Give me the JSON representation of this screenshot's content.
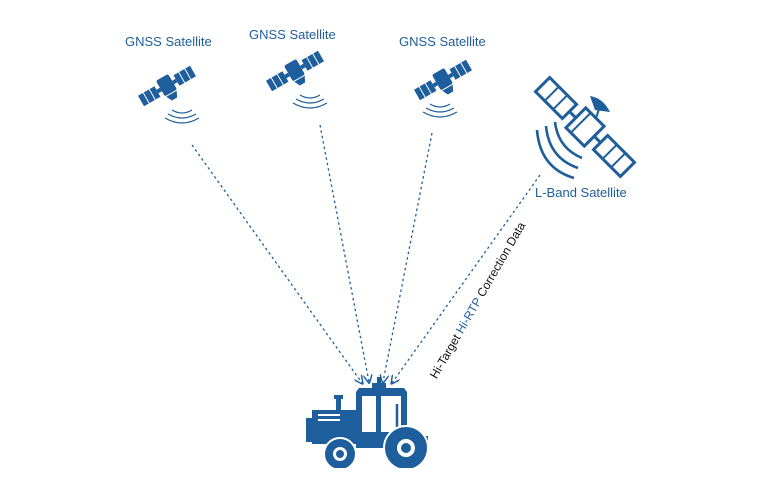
{
  "labels": {
    "gnss_1": "GNSS Satellite",
    "gnss_2": "GNSS Satellite",
    "gnss_3": "GNSS Satellite",
    "lband": "L-Band Satellite"
  },
  "correction_link": {
    "prefix": "Hi-Target ",
    "highlight": "Hi-RTP",
    "suffix": " Correction Data"
  },
  "icons": {
    "satellites": "satellite-icon",
    "lband": "satellite-dish-icon",
    "receiver": "tractor-icon"
  },
  "colors": {
    "primary": "#1e5e9c",
    "text": "#111111"
  }
}
